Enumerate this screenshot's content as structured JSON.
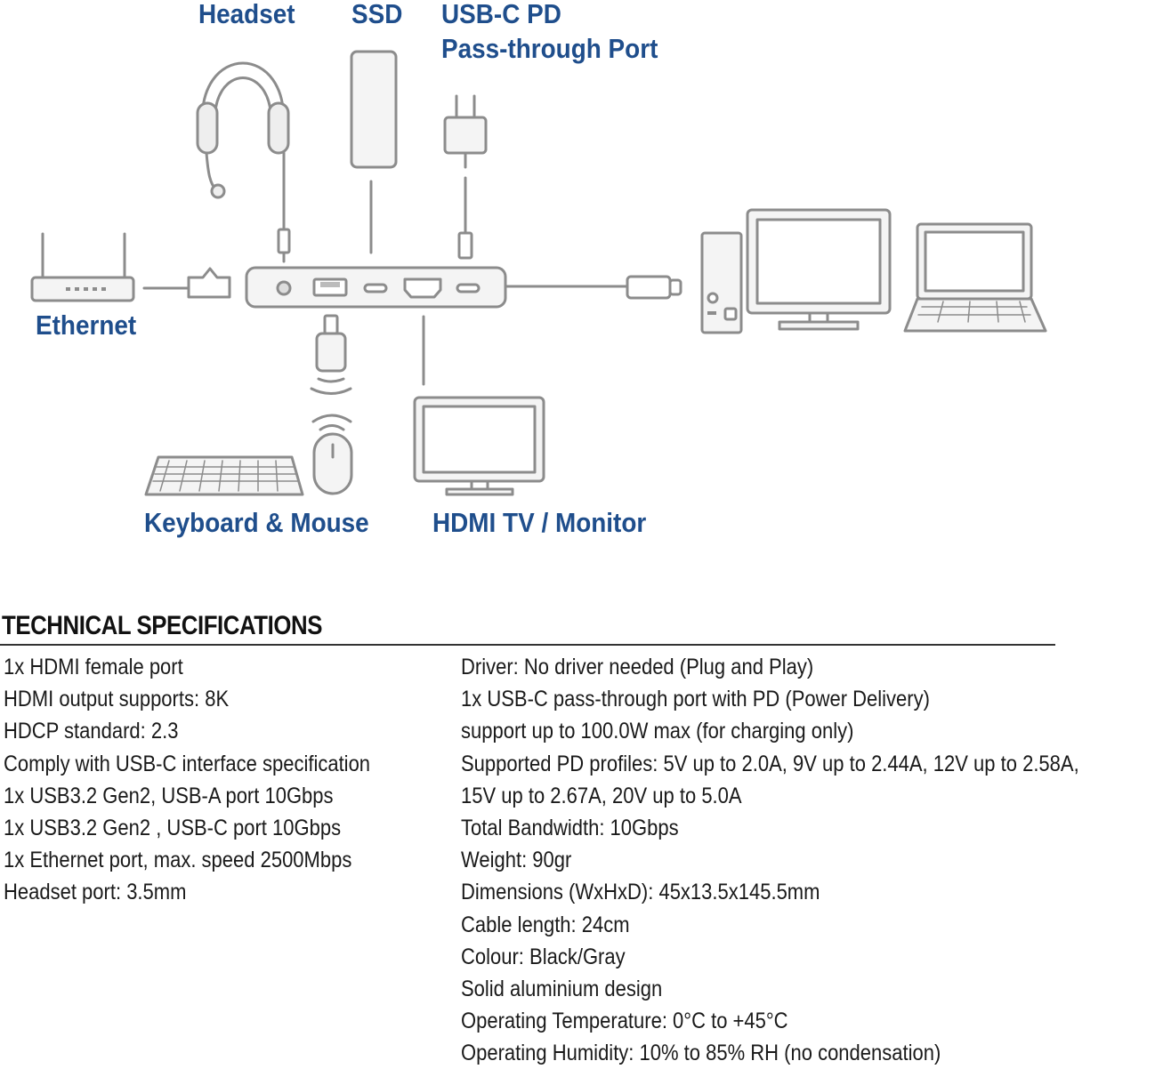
{
  "labels": {
    "headset": "Headset",
    "ssd": "SSD",
    "usbc_pd_line1": "USB-C PD",
    "usbc_pd_line2": "Pass-through Port",
    "ethernet": "Ethernet",
    "keyboard_mouse": "Keyboard & Mouse",
    "hdmi": "HDMI TV / Monitor"
  },
  "specs": {
    "title": "TECHNICAL SPECIFICATIONS",
    "left": [
      "1x HDMI female port",
      "HDMI output supports: 8K",
      "HDCP standard: 2.3",
      "Comply with USB-C interface specification",
      "1x USB3.2 Gen2, USB-A port 10Gbps",
      "1x USB3.2 Gen2 , USB-C port 10Gbps",
      "1x Ethernet port, max. speed 2500Mbps",
      "Headset port: 3.5mm"
    ],
    "right": [
      "Driver: No driver needed (Plug and Play)",
      "1x USB-C pass-through port with PD (Power Delivery)",
      "support up to 100.0W max (for charging only)",
      "Supported PD profiles: 5V up to 2.0A, 9V up to 2.44A, 12V up to 2.58A,",
      "15V up to 2.67A, 20V up to 5.0A",
      "Total Bandwidth: 10Gbps",
      "Weight: 90gr",
      "Dimensions (WxHxD): 45x13.5x145.5mm",
      "Cable length: 24cm",
      "Colour: Black/Gray",
      "Solid aluminium design",
      "Operating Temperature: 0°C to +45°C",
      "Operating Humidity: 10% to 85% RH (no condensation)"
    ]
  },
  "colors": {
    "label_blue": "#1f4e8c",
    "line_gray": "#8c8c8c",
    "fill_light": "#eeeeee"
  }
}
